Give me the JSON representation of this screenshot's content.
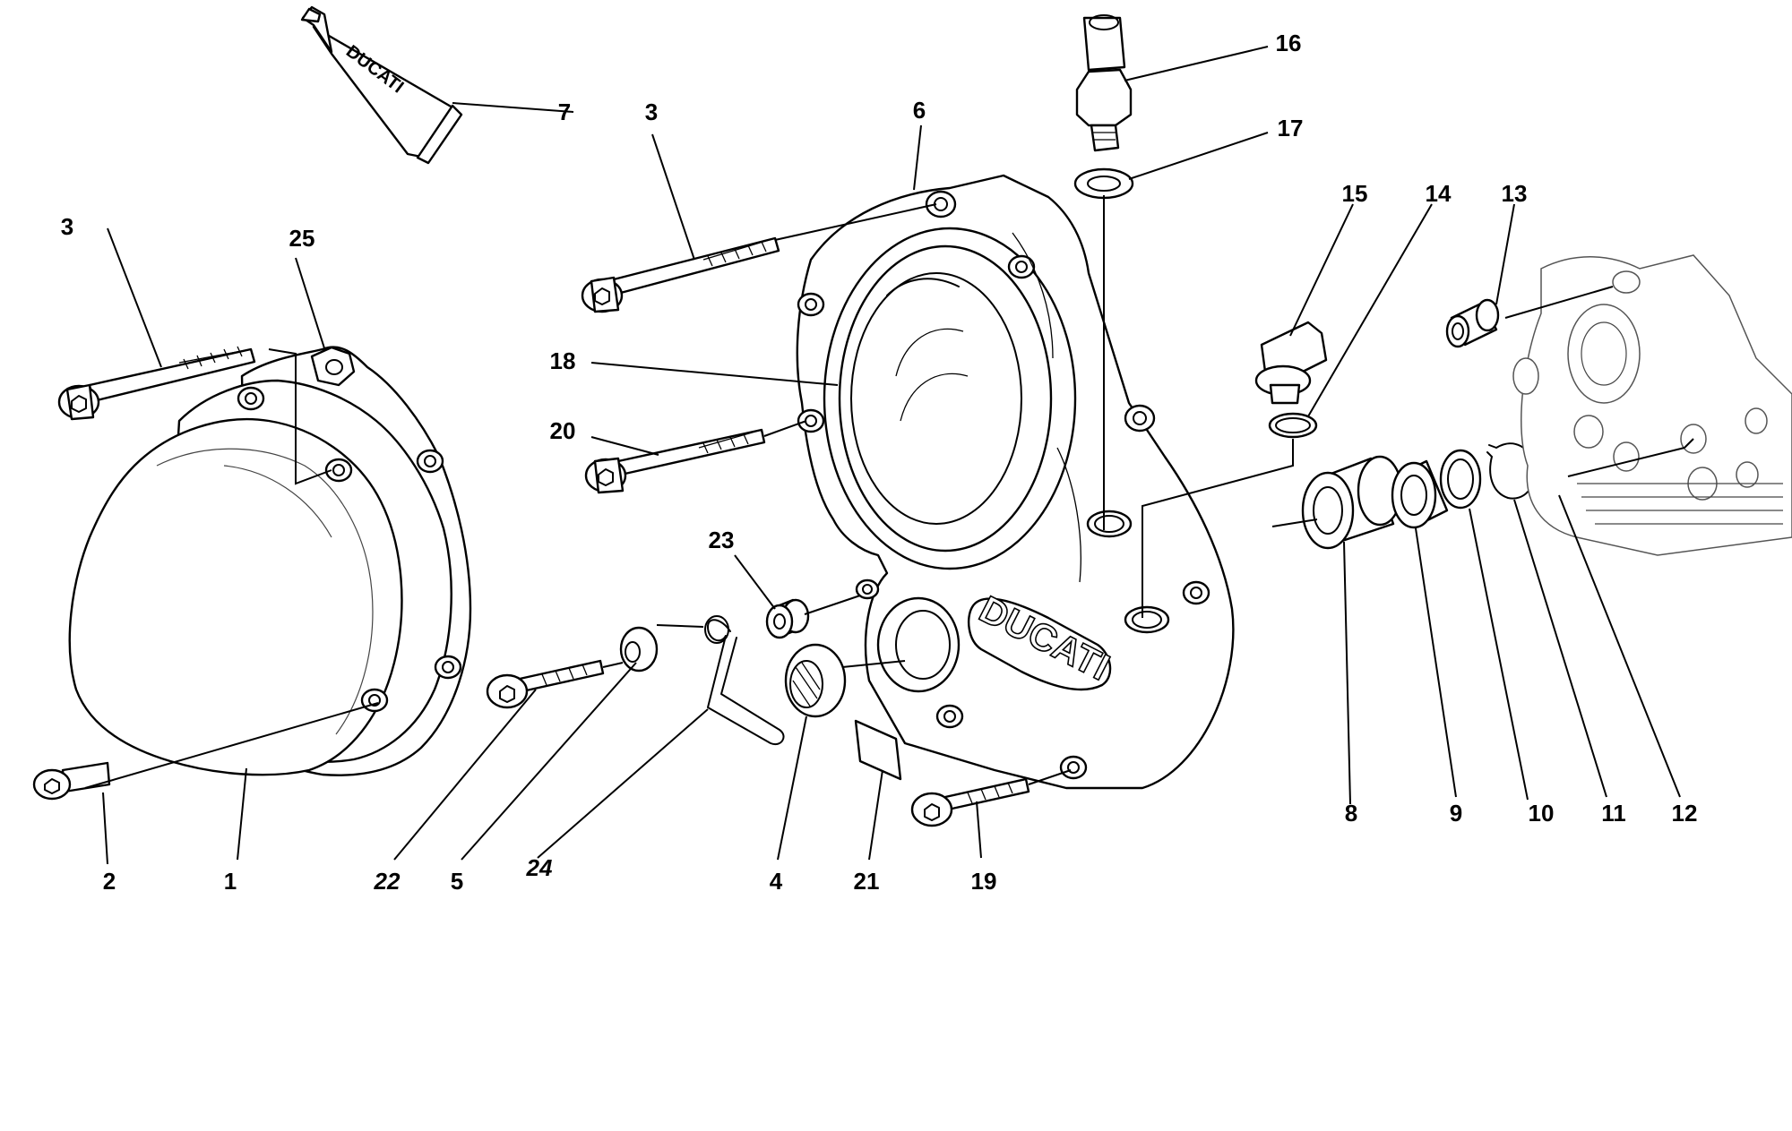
{
  "diagram": {
    "callouts": [
      {
        "id": "c1",
        "text": "1"
      },
      {
        "id": "c2",
        "text": "2"
      },
      {
        "id": "c3a",
        "text": "3"
      },
      {
        "id": "c3b",
        "text": "3"
      },
      {
        "id": "c4",
        "text": "4"
      },
      {
        "id": "c5",
        "text": "5"
      },
      {
        "id": "c6",
        "text": "6"
      },
      {
        "id": "c7",
        "text": "7"
      },
      {
        "id": "c8",
        "text": "8"
      },
      {
        "id": "c9",
        "text": "9"
      },
      {
        "id": "c10",
        "text": "10"
      },
      {
        "id": "c11",
        "text": "11"
      },
      {
        "id": "c12",
        "text": "12"
      },
      {
        "id": "c13",
        "text": "13"
      },
      {
        "id": "c14",
        "text": "14"
      },
      {
        "id": "c15",
        "text": "15"
      },
      {
        "id": "c16",
        "text": "16"
      },
      {
        "id": "c17",
        "text": "17"
      },
      {
        "id": "c18",
        "text": "18"
      },
      {
        "id": "c19",
        "text": "19"
      },
      {
        "id": "c20",
        "text": "20"
      },
      {
        "id": "c21",
        "text": "21"
      },
      {
        "id": "c22",
        "text": "22"
      },
      {
        "id": "c23",
        "text": "23"
      },
      {
        "id": "c24",
        "text": "24"
      },
      {
        "id": "c25",
        "text": "25"
      }
    ],
    "brand_marks": {
      "cover_casting": "DUCATI",
      "sealant_tube": "DUCATI"
    }
  }
}
